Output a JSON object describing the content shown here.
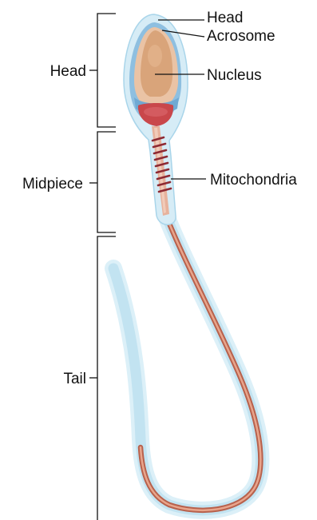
{
  "labels": {
    "left_head": "Head",
    "left_midpiece": "Midpiece",
    "left_tail": "Tail",
    "right_head": "Head",
    "right_acrosome": "Acrosome",
    "right_nucleus": "Nucleus",
    "right_mitochondria": "Mitochondria"
  },
  "colors": {
    "membrane": "#c9e6f3",
    "membrane_edge": "#9fd0e6",
    "acrosome": "#eac3a5",
    "nucleus": "#d9a47a",
    "head_blue": "#8ebfe0",
    "neck_red": "#c9474b",
    "flagellum": "#d88a70",
    "flagellum_dark": "#b8614c",
    "mito_bands": "#8e2a33"
  }
}
